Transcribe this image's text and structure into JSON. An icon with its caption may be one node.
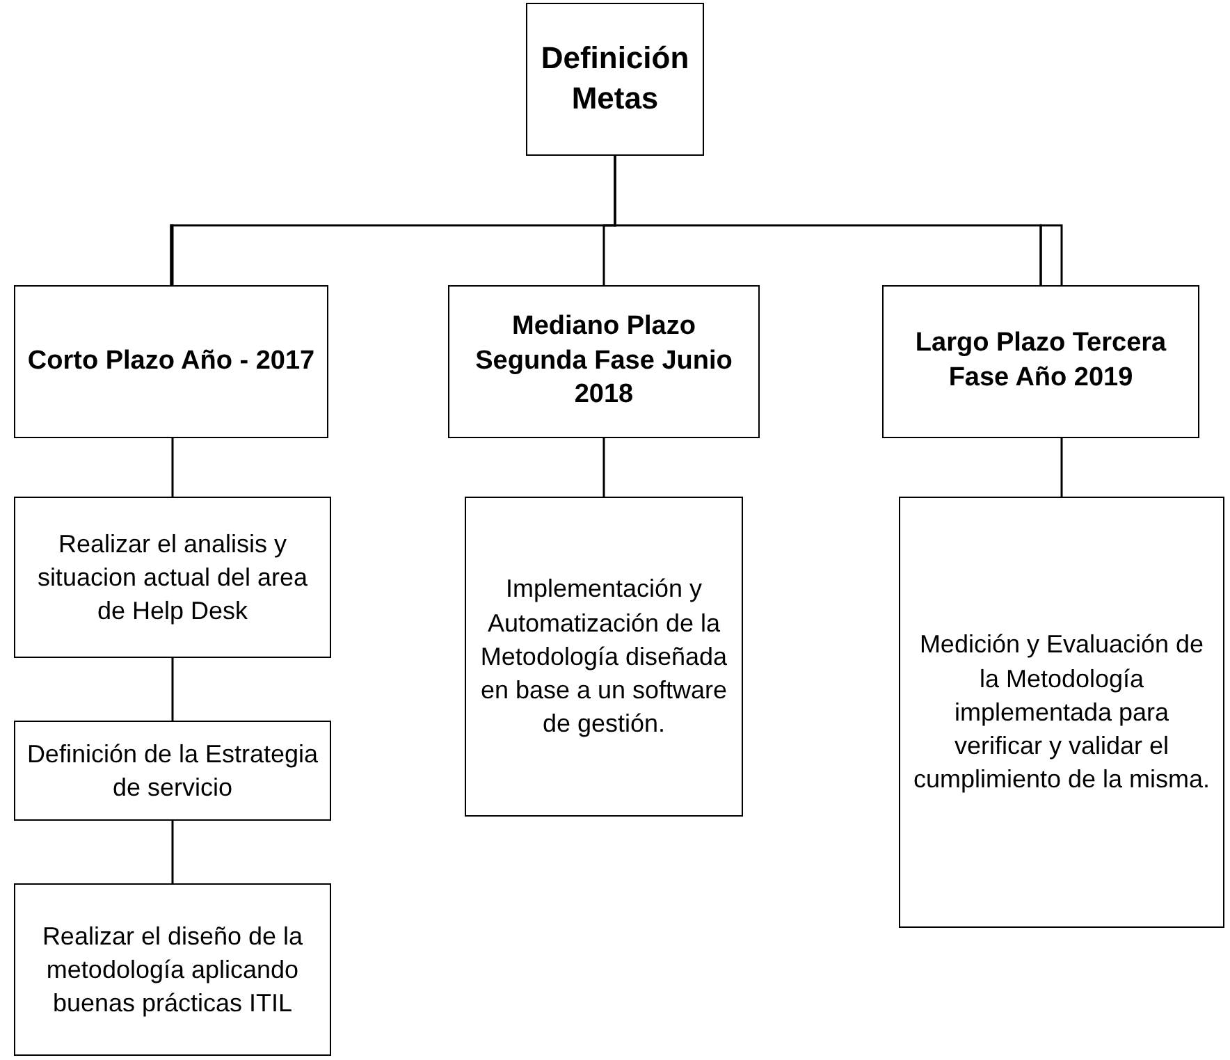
{
  "diagram": {
    "nodes": [
      {
        "text": [
          "Definición Metas"
        ]
      },
      {
        "text": [
          "Corto Plazo Año - 2017"
        ]
      },
      {
        "text": [
          "Mediano Plazo Segunda Fase Junio 2018"
        ]
      },
      {
        "text": [
          "Largo Plazo Tercera Fase Año 2019"
        ]
      },
      {
        "text": [
          "Realizar el analisis y situacion actual del area de Help Desk"
        ]
      },
      {
        "text": [
          "Definición de la Estrategia de servicio"
        ]
      },
      {
        "text": [
          "Realizar el diseño de la metodología aplicando buenas prácticas ITIL"
        ]
      },
      {
        "text": [
          "Implementación y Automatización de la Metodología diseñada en base a un software de gestión."
        ]
      },
      {
        "text": [
          "Medición y Evaluación de la Metodología implementada para verificar y validar el cumplimiento de la misma."
        ]
      }
    ],
    "edges": [
      {
        "from": 0,
        "to": 1,
        "arrow": "none"
      },
      {
        "from": 0,
        "to": 2,
        "arrow": "none"
      },
      {
        "from": 0,
        "to": 3,
        "arrow": "none"
      },
      {
        "from": 1,
        "to": 4,
        "arrow": "none"
      },
      {
        "from": 4,
        "to": 5,
        "arrow": "none"
      },
      {
        "from": 5,
        "to": 6,
        "arrow": "none"
      },
      {
        "from": 2,
        "to": 7,
        "arrow": "none"
      },
      {
        "from": 3,
        "to": 8,
        "arrow": "none"
      }
    ]
  }
}
